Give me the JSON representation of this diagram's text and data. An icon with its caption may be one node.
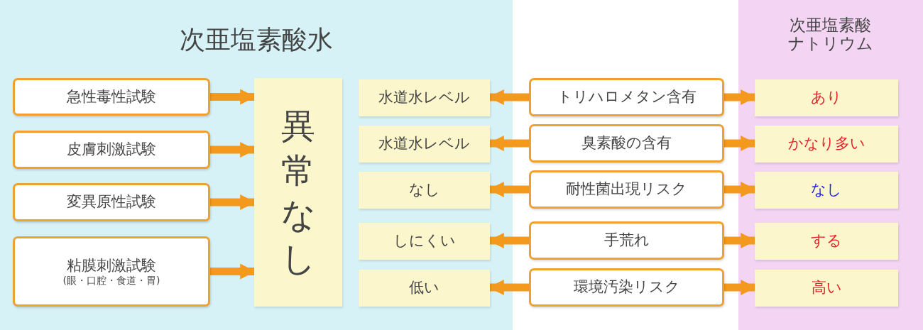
{
  "diagram": {
    "nodes": [
      {
        "text": [
          "次亜塩素酸水"
        ]
      },
      {
        "text": [
          "次亜塩素酸ナトリウム"
        ]
      },
      {
        "text": [
          "急性毒性試験"
        ],
        "in": 0
      },
      {
        "text": [
          "皮膚刺激試験"
        ],
        "in": 0
      },
      {
        "text": [
          "変異原性試験"
        ],
        "in": 0
      },
      {
        "text": [
          "粘膜刺激試験",
          "(眼・口腔・食道・胃)"
        ],
        "in": 0
      },
      {
        "text": [
          "異常なし"
        ],
        "in": 0
      },
      {
        "text": [
          "水道水レベル"
        ],
        "in": 0
      },
      {
        "text": [
          "トリハロメタン含有"
        ]
      },
      {
        "text": [
          "あり"
        ],
        "in": 1
      },
      {
        "text": [
          "水道水レベル"
        ],
        "in": 0
      },
      {
        "text": [
          "臭素酸の含有"
        ]
      },
      {
        "text": [
          "かなり多い"
        ],
        "in": 1
      },
      {
        "text": [
          "なし"
        ],
        "in": 0
      },
      {
        "text": [
          "耐性菌出現リスク"
        ]
      },
      {
        "text": [
          "なし"
        ],
        "in": 1
      },
      {
        "text": [
          "しにくい"
        ],
        "in": 0
      },
      {
        "text": [
          "手荒れ"
        ]
      },
      {
        "text": [
          "する"
        ],
        "in": 1
      },
      {
        "text": [
          "低い"
        ],
        "in": 0
      },
      {
        "text": [
          "環境汚染リスク"
        ]
      },
      {
        "text": [
          "高い"
        ],
        "in": 1
      }
    ],
    "edges": [
      {
        "from": 2,
        "to": 6,
        "arrow": "to"
      },
      {
        "from": 3,
        "to": 6,
        "arrow": "to"
      },
      {
        "from": 4,
        "to": 6,
        "arrow": "to"
      },
      {
        "from": 5,
        "to": 6,
        "arrow": "to"
      },
      {
        "from": 8,
        "to": 7,
        "arrow": "to"
      },
      {
        "from": 8,
        "to": 9,
        "arrow": "to"
      },
      {
        "from": 11,
        "to": 10,
        "arrow": "to"
      },
      {
        "from": 11,
        "to": 12,
        "arrow": "to"
      },
      {
        "from": 14,
        "to": 13,
        "arrow": "to"
      },
      {
        "from": 14,
        "to": 15,
        "arrow": "to"
      },
      {
        "from": 17,
        "to": 16,
        "arrow": "to"
      },
      {
        "from": 17,
        "to": 18,
        "arrow": "to"
      },
      {
        "from": 20,
        "to": 19,
        "arrow": "to"
      },
      {
        "from": 20,
        "to": 21,
        "arrow": "to"
      }
    ]
  }
}
